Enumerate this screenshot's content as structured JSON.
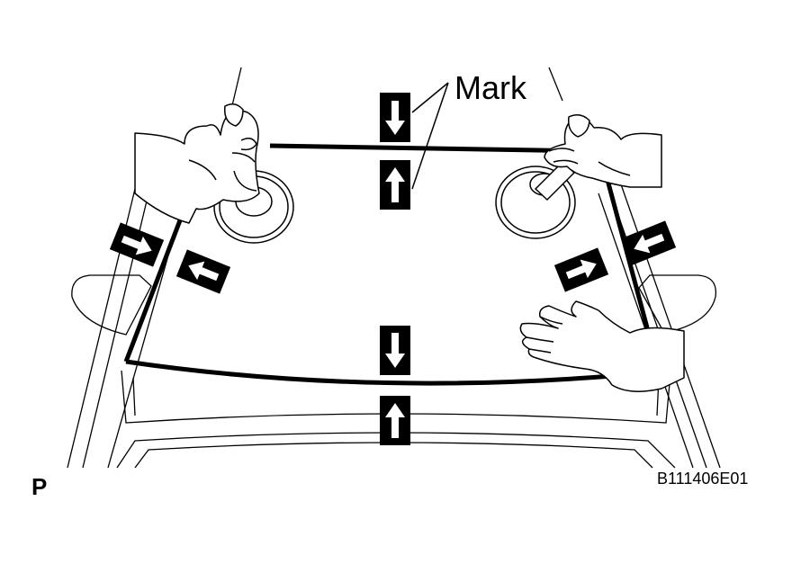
{
  "labels": {
    "mark": "Mark",
    "view_letter": "P",
    "figure_code": "B111406E01"
  },
  "colors": {
    "ink": "#000000",
    "paper": "#ffffff"
  },
  "icons": [
    "arrow-down-icon",
    "arrow-up-icon",
    "arrow-right-icon",
    "arrow-left-icon",
    "suction-cup-icon",
    "hand-icon"
  ]
}
